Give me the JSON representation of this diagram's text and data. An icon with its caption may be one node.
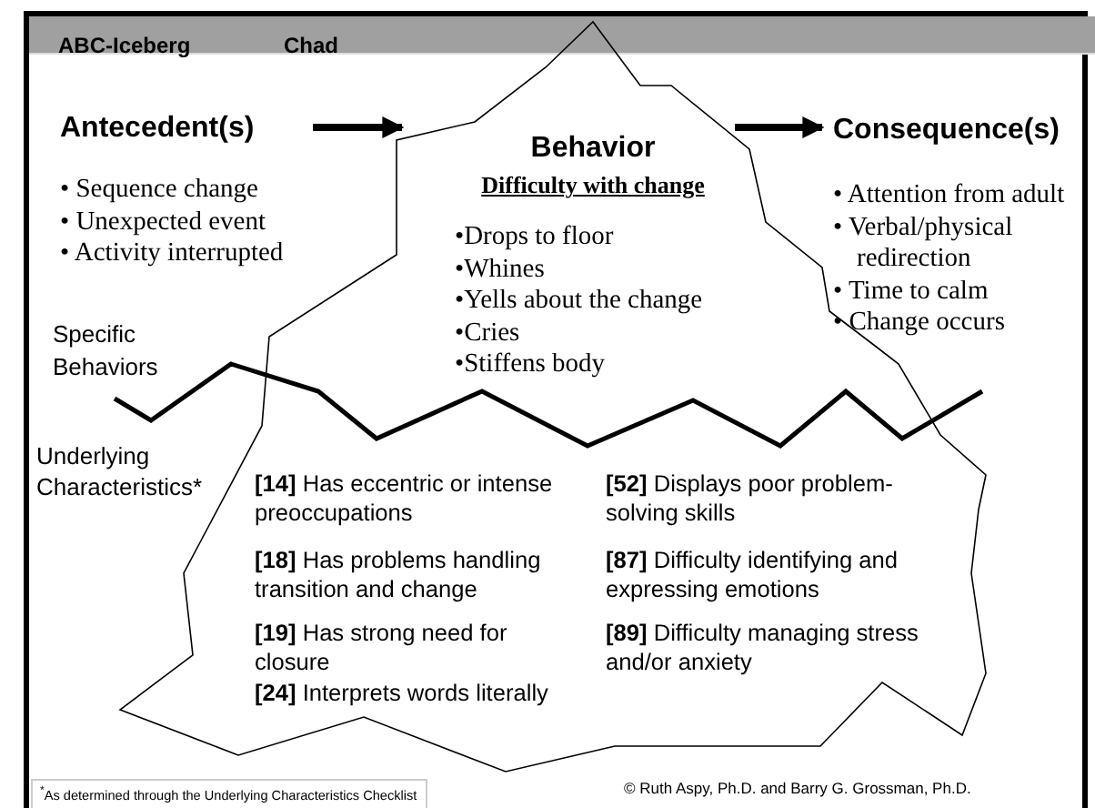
{
  "diagram": {
    "nodes": [
      {
        "text": [
          "Antecedent(s)",
          "• Sequence change",
          "• Unexpected event",
          "• Activity interrupted"
        ]
      },
      {
        "text": [
          "Behavior",
          "Difficulty with change",
          "•Drops to floor",
          "•Whines",
          "•Yells about the change",
          "•Cries",
          "•Stiffens body",
          "**[14]** Has eccentric or intense preoccupations",
          "**[18]** Has problems handling transition and change",
          "**[19]** Has strong need for closure",
          "**[24]** Interprets words literally",
          "**[52]** Displays poor problem-solving skills",
          "**[87]** Difficulty identifying and expressing emotions",
          "**[89]** Difficulty managing stress and/or anxiety"
        ]
      },
      {
        "text": [
          "Consequence(s)",
          "• Attention from adult",
          "• Verbal/physical redirection",
          "• Time to calm",
          "• Change occurs"
        ]
      }
    ],
    "edges": [
      {
        "from": 0,
        "to": 1,
        "arrow": "to"
      },
      {
        "from": 1,
        "to": 2,
        "arrow": "to"
      }
    ],
    "labels": [
      "ABC-Iceberg",
      "Chad",
      "Specific Behaviors",
      "Underlying Characteristics*",
      "$^{*}$As determined through the Underlying Characteristics Checklist",
      "© Ruth Aspy, Ph.D. and Barry G. Grossman, Ph.D."
    ]
  }
}
